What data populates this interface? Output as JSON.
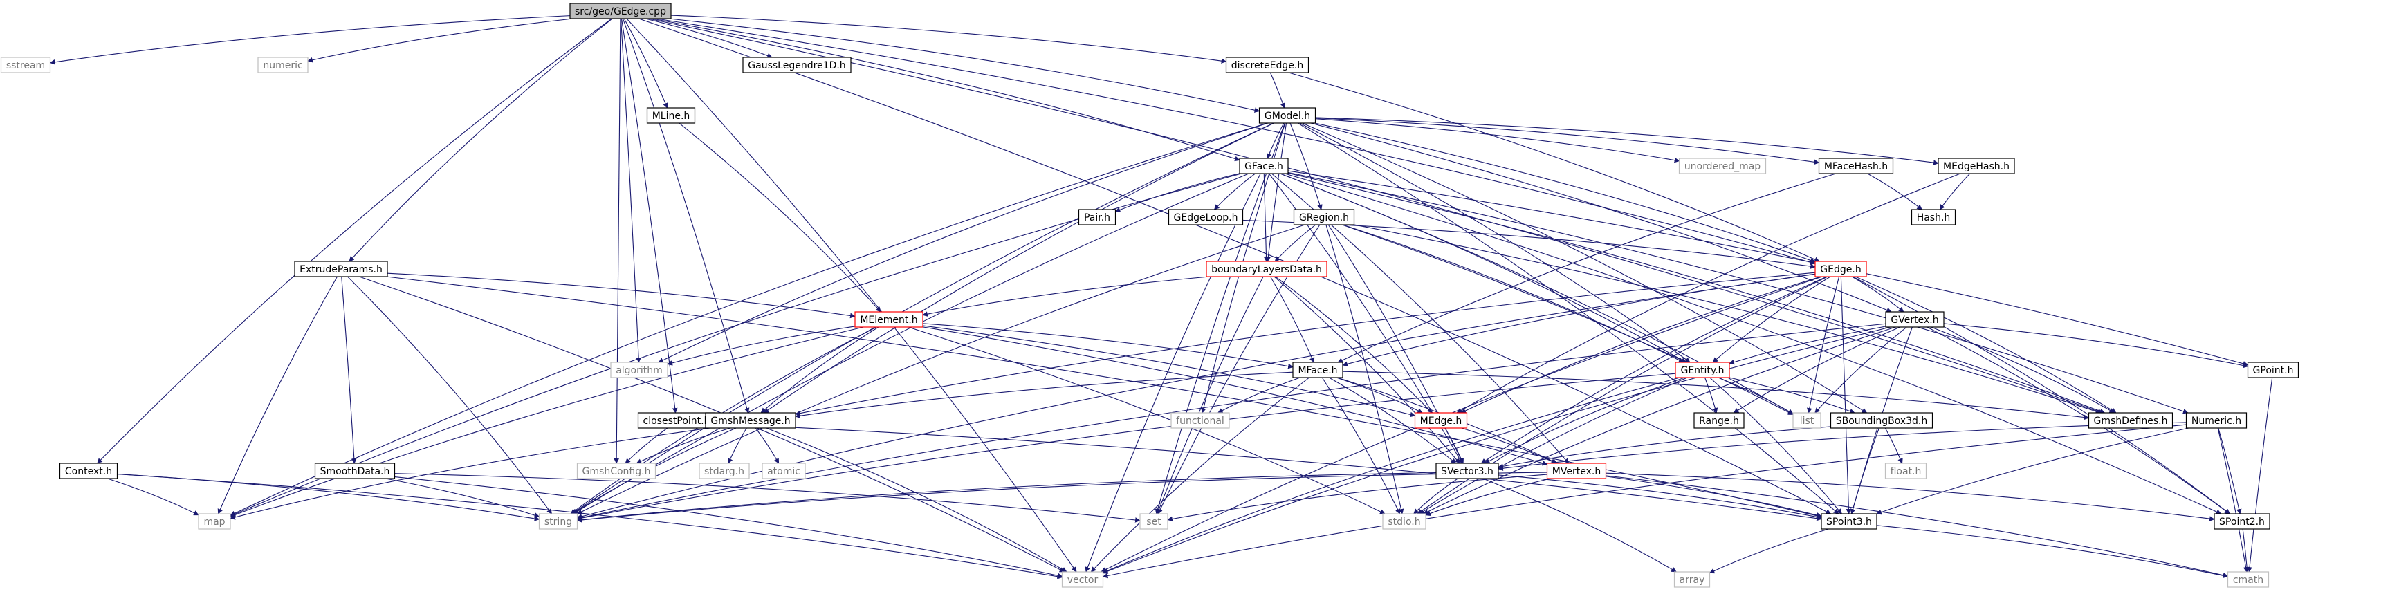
{
  "diagram": {
    "root": "src/geo/GEdge.cpp",
    "nodes": [
      {
        "id": "root",
        "label": "src/geo/GEdge.cpp",
        "style": "root"
      },
      {
        "id": "sstream",
        "label": "sstream",
        "style": "ext"
      },
      {
        "id": "numeric",
        "label": "numeric",
        "style": "ext"
      },
      {
        "id": "gausslegendre",
        "label": "GaussLegendre1D.h",
        "style": "doc"
      },
      {
        "id": "discreteedge",
        "label": "discreteEdge.h",
        "style": "doc"
      },
      {
        "id": "gmodel",
        "label": "GModel.h",
        "style": "doc"
      },
      {
        "id": "mline",
        "label": "MLine.h",
        "style": "doc"
      },
      {
        "id": "gface",
        "label": "GFace.h",
        "style": "doc"
      },
      {
        "id": "unorderedmap",
        "label": "unordered_map",
        "style": "ext"
      },
      {
        "id": "mfacehash",
        "label": "MFaceHash.h",
        "style": "doc"
      },
      {
        "id": "medgehash",
        "label": "MEdgeHash.h",
        "style": "doc"
      },
      {
        "id": "pair",
        "label": "Pair.h",
        "style": "doc"
      },
      {
        "id": "gedgeloop",
        "label": "GEdgeLoop.h",
        "style": "doc"
      },
      {
        "id": "gregion",
        "label": "GRegion.h",
        "style": "doc"
      },
      {
        "id": "hash",
        "label": "Hash.h",
        "style": "doc"
      },
      {
        "id": "extrudeparams",
        "label": "ExtrudeParams.h",
        "style": "doc"
      },
      {
        "id": "boundarylayers",
        "label": "boundaryLayersData.h",
        "style": "red"
      },
      {
        "id": "gedge",
        "label": "GEdge.h",
        "style": "red"
      },
      {
        "id": "melement",
        "label": "MElement.h",
        "style": "red"
      },
      {
        "id": "gvertex",
        "label": "GVertex.h",
        "style": "doc"
      },
      {
        "id": "gpoint",
        "label": "GPoint.h",
        "style": "doc"
      },
      {
        "id": "algorithm",
        "label": "algorithm",
        "style": "ext"
      },
      {
        "id": "mface",
        "label": "MFace.h",
        "style": "doc"
      },
      {
        "id": "gentity",
        "label": "GEntity.h",
        "style": "red"
      },
      {
        "id": "functional",
        "label": "functional",
        "style": "ext"
      },
      {
        "id": "closestpoint",
        "label": "closestPoint.h",
        "style": "doc"
      },
      {
        "id": "gmshmessage",
        "label": "GmshMessage.h",
        "style": "doc"
      },
      {
        "id": "medge",
        "label": "MEdge.h",
        "style": "red"
      },
      {
        "id": "range",
        "label": "Range.h",
        "style": "doc"
      },
      {
        "id": "list",
        "label": "list",
        "style": "ext"
      },
      {
        "id": "sboundingbox",
        "label": "SBoundingBox3d.h",
        "style": "doc"
      },
      {
        "id": "gmshdefines",
        "label": "GmshDefines.h",
        "style": "doc"
      },
      {
        "id": "numeric_h",
        "label": "Numeric.h",
        "style": "doc"
      },
      {
        "id": "context",
        "label": "Context.h",
        "style": "doc"
      },
      {
        "id": "gmshconfig",
        "label": "GmshConfig.h",
        "style": "ext"
      },
      {
        "id": "stdarg",
        "label": "stdarg.h",
        "style": "ext"
      },
      {
        "id": "atomic",
        "label": "atomic",
        "style": "ext"
      },
      {
        "id": "smoothdata",
        "label": "SmoothData.h",
        "style": "doc"
      },
      {
        "id": "floath",
        "label": "float.h",
        "style": "ext"
      },
      {
        "id": "svector3",
        "label": "SVector3.h",
        "style": "doc"
      },
      {
        "id": "mvertex",
        "label": "MVertex.h",
        "style": "red"
      },
      {
        "id": "map",
        "label": "map",
        "style": "ext"
      },
      {
        "id": "string",
        "label": "string",
        "style": "ext"
      },
      {
        "id": "set",
        "label": "set",
        "style": "ext"
      },
      {
        "id": "stdio",
        "label": "stdio.h",
        "style": "ext"
      },
      {
        "id": "spoint3",
        "label": "SPoint3.h",
        "style": "doc"
      },
      {
        "id": "spoint2",
        "label": "SPoint2.h",
        "style": "doc"
      },
      {
        "id": "array",
        "label": "array",
        "style": "ext"
      },
      {
        "id": "vector",
        "label": "vector",
        "style": "ext"
      },
      {
        "id": "cmath",
        "label": "cmath",
        "style": "ext"
      }
    ],
    "edges": [
      [
        "root",
        "sstream"
      ],
      [
        "root",
        "numeric"
      ],
      [
        "root",
        "gausslegendre"
      ],
      [
        "root",
        "discreteedge"
      ],
      [
        "root",
        "gmodel"
      ],
      [
        "root",
        "mline"
      ],
      [
        "root",
        "gface"
      ],
      [
        "root",
        "extrudeparams"
      ],
      [
        "root",
        "context"
      ],
      [
        "root",
        "algorithm"
      ],
      [
        "root",
        "closestpoint"
      ],
      [
        "root",
        "gmshmessage"
      ],
      [
        "root",
        "gmshconfig"
      ],
      [
        "root",
        "gedge"
      ],
      [
        "root",
        "gmshdefines"
      ],
      [
        "root",
        "vector"
      ],
      [
        "root",
        "spoint3"
      ],
      [
        "discreteedge",
        "gmodel"
      ],
      [
        "discreteedge",
        "gedge"
      ],
      [
        "gmodel",
        "gface"
      ],
      [
        "gmodel",
        "gregion"
      ],
      [
        "gmodel",
        "unorderedmap"
      ],
      [
        "gmodel",
        "mfacehash"
      ],
      [
        "gmodel",
        "medgehash"
      ],
      [
        "gmodel",
        "gedge"
      ],
      [
        "gmodel",
        "gvertex"
      ],
      [
        "gmodel",
        "sboundingbox"
      ],
      [
        "gmodel",
        "algorithm"
      ],
      [
        "gmodel",
        "gentity"
      ],
      [
        "gmodel",
        "functional"
      ],
      [
        "gmodel",
        "map"
      ],
      [
        "gmodel",
        "string"
      ],
      [
        "gmodel",
        "set"
      ],
      [
        "gmodel",
        "gmshmessage"
      ],
      [
        "gmodel",
        "spoint3"
      ],
      [
        "gmodel",
        "boundarylayers"
      ],
      [
        "mline",
        "melement"
      ],
      [
        "gface",
        "pair"
      ],
      [
        "gface",
        "gedgeloop"
      ],
      [
        "gface",
        "boundarylayers"
      ],
      [
        "gface",
        "gentity"
      ],
      [
        "gface",
        "gpoint"
      ],
      [
        "gface",
        "spoint2"
      ],
      [
        "gface",
        "gmshdefines"
      ],
      [
        "gface",
        "map"
      ],
      [
        "gface",
        "string"
      ],
      [
        "gface",
        "vector"
      ],
      [
        "gface",
        "list"
      ],
      [
        "gface",
        "numeric_h"
      ],
      [
        "gface",
        "svector3"
      ],
      [
        "gface",
        "mvertex"
      ],
      [
        "mfacehash",
        "mface"
      ],
      [
        "mfacehash",
        "hash"
      ],
      [
        "medgehash",
        "medge"
      ],
      [
        "medgehash",
        "hash"
      ],
      [
        "gedgeloop",
        "gedge"
      ],
      [
        "gregion",
        "boundarylayers"
      ],
      [
        "gregion",
        "gentity"
      ],
      [
        "gregion",
        "gmshdefines"
      ],
      [
        "gregion",
        "list"
      ],
      [
        "gregion",
        "set"
      ],
      [
        "gregion",
        "string"
      ],
      [
        "gregion",
        "stdio"
      ],
      [
        "gregion",
        "svector3"
      ],
      [
        "boundarylayers",
        "mface"
      ],
      [
        "boundarylayers",
        "svector3"
      ],
      [
        "boundarylayers",
        "medge"
      ],
      [
        "boundarylayers",
        "set"
      ],
      [
        "boundarylayers",
        "melement"
      ],
      [
        "gedge",
        "gentity"
      ],
      [
        "gedge",
        "gvertex"
      ],
      [
        "gedge",
        "svector3"
      ],
      [
        "gedge",
        "spoint3"
      ],
      [
        "gedge",
        "list"
      ],
      [
        "gedge",
        "string"
      ],
      [
        "gedge",
        "vector"
      ],
      [
        "gedge",
        "stdio"
      ],
      [
        "gedge",
        "gmshdefines"
      ],
      [
        "gedge",
        "spoint2"
      ],
      [
        "gedge",
        "gmshmessage"
      ],
      [
        "gedge",
        "mface"
      ],
      [
        "gedge",
        "medge"
      ],
      [
        "extrudeparams",
        "melement"
      ],
      [
        "extrudeparams",
        "map"
      ],
      [
        "extrudeparams",
        "string"
      ],
      [
        "extrudeparams",
        "vector"
      ],
      [
        "extrudeparams",
        "smoothdata"
      ],
      [
        "extrudeparams",
        "spoint3"
      ],
      [
        "melement",
        "algorithm"
      ],
      [
        "melement",
        "string"
      ],
      [
        "melement",
        "gmshmessage"
      ],
      [
        "melement",
        "mface"
      ],
      [
        "melement",
        "medge"
      ],
      [
        "melement",
        "mvertex"
      ],
      [
        "melement",
        "stdio"
      ],
      [
        "melement",
        "map"
      ],
      [
        "gvertex",
        "gentity"
      ],
      [
        "gvertex",
        "gpoint"
      ],
      [
        "gvertex",
        "spoint2"
      ],
      [
        "gvertex",
        "gmshdefines"
      ],
      [
        "gvertex",
        "list"
      ],
      [
        "gvertex",
        "string"
      ],
      [
        "gvertex",
        "range"
      ],
      [
        "gvertex",
        "spoint3"
      ],
      [
        "gvertex",
        "vector"
      ],
      [
        "gvertex",
        "stdio"
      ],
      [
        "gpoint",
        "cmath"
      ],
      [
        "mface",
        "mvertex"
      ],
      [
        "mface",
        "svector3"
      ],
      [
        "mface",
        "vector"
      ],
      [
        "mface",
        "functional"
      ],
      [
        "mface",
        "gmshmessage"
      ],
      [
        "mface",
        "medge"
      ],
      [
        "mface",
        "stdio"
      ],
      [
        "mface",
        "gmshdefines"
      ],
      [
        "gentity",
        "range"
      ],
      [
        "gentity",
        "list"
      ],
      [
        "gentity",
        "sboundingbox"
      ],
      [
        "gentity",
        "spoint3"
      ],
      [
        "gentity",
        "vector"
      ],
      [
        "gentity",
        "string"
      ],
      [
        "gentity",
        "stdio"
      ],
      [
        "gentity",
        "svector3"
      ],
      [
        "closestpoint",
        "gmshconfig"
      ],
      [
        "closestpoint",
        "spoint3"
      ],
      [
        "gmshmessage",
        "gmshconfig"
      ],
      [
        "gmshmessage",
        "stdarg"
      ],
      [
        "gmshmessage",
        "atomic"
      ],
      [
        "gmshmessage",
        "string"
      ],
      [
        "gmshmessage",
        "map"
      ],
      [
        "gmshmessage",
        "vector"
      ],
      [
        "medge",
        "mvertex"
      ],
      [
        "medge",
        "svector3"
      ],
      [
        "sboundingbox",
        "floath"
      ],
      [
        "sboundingbox",
        "spoint3"
      ],
      [
        "sboundingbox",
        "svector3"
      ],
      [
        "numeric_h",
        "svector3"
      ],
      [
        "numeric_h",
        "spoint2"
      ],
      [
        "numeric_h",
        "spoint3"
      ],
      [
        "numeric_h",
        "cmath"
      ],
      [
        "numeric_h",
        "vector"
      ],
      [
        "context",
        "map"
      ],
      [
        "context",
        "string"
      ],
      [
        "context",
        "vector"
      ],
      [
        "smoothdata",
        "set"
      ],
      [
        "smoothdata",
        "string"
      ],
      [
        "smoothdata",
        "vector"
      ],
      [
        "svector3",
        "spoint3"
      ],
      [
        "svector3",
        "string"
      ],
      [
        "svector3",
        "stdio"
      ],
      [
        "svector3",
        "array"
      ],
      [
        "mvertex",
        "spoint3"
      ],
      [
        "mvertex",
        "spoint2"
      ],
      [
        "mvertex",
        "set"
      ],
      [
        "mvertex",
        "stdio"
      ],
      [
        "mvertex",
        "string"
      ],
      [
        "mvertex",
        "cmath"
      ],
      [
        "spoint3",
        "array"
      ],
      [
        "spoint3",
        "cmath"
      ],
      [
        "spoint2",
        "cmath"
      ]
    ]
  },
  "colors": {
    "edge": "#191970",
    "node_border": "#000000",
    "red_border": "#ff0000",
    "ext_border": "#bfbfbf",
    "root_fill": "#bfbfbf",
    "node_fill": "#ffffff"
  }
}
